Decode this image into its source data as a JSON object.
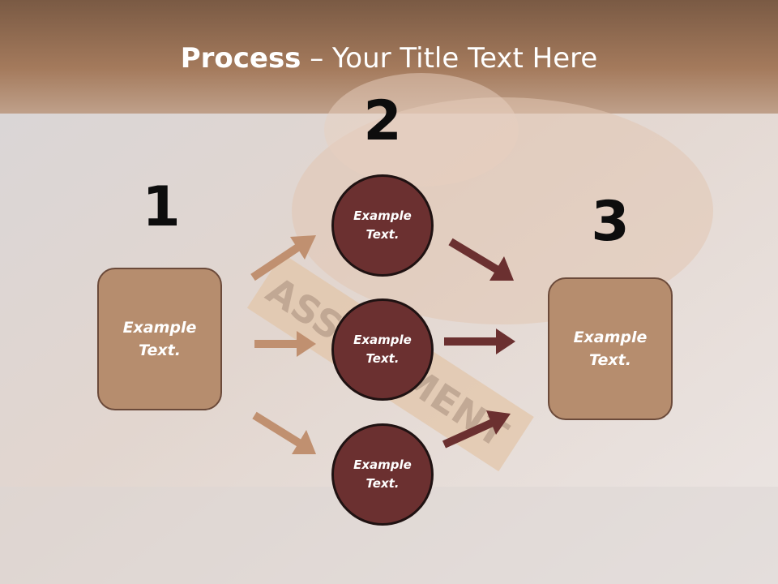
{
  "title": {
    "bold": "Process",
    "rest": " – Your Title Text Here"
  },
  "background": {
    "watermark_text": "ASSESSMENT"
  },
  "steps": {
    "one": {
      "number": "1",
      "box": {
        "line1": "Example",
        "line2": "Text."
      }
    },
    "two": {
      "number": "2",
      "circles": [
        {
          "line1": "Example",
          "line2": "Text."
        },
        {
          "line1": "Example",
          "line2": "Text."
        },
        {
          "line1": "Example",
          "line2": "Text."
        }
      ]
    },
    "three": {
      "number": "3",
      "box": {
        "line1": "Example",
        "line2": "Text."
      }
    }
  },
  "colors": {
    "tan": "#b68d6e",
    "maroon": "#6b3030",
    "arrow_light": "#c09070",
    "arrow_dark": "#6b3030"
  }
}
